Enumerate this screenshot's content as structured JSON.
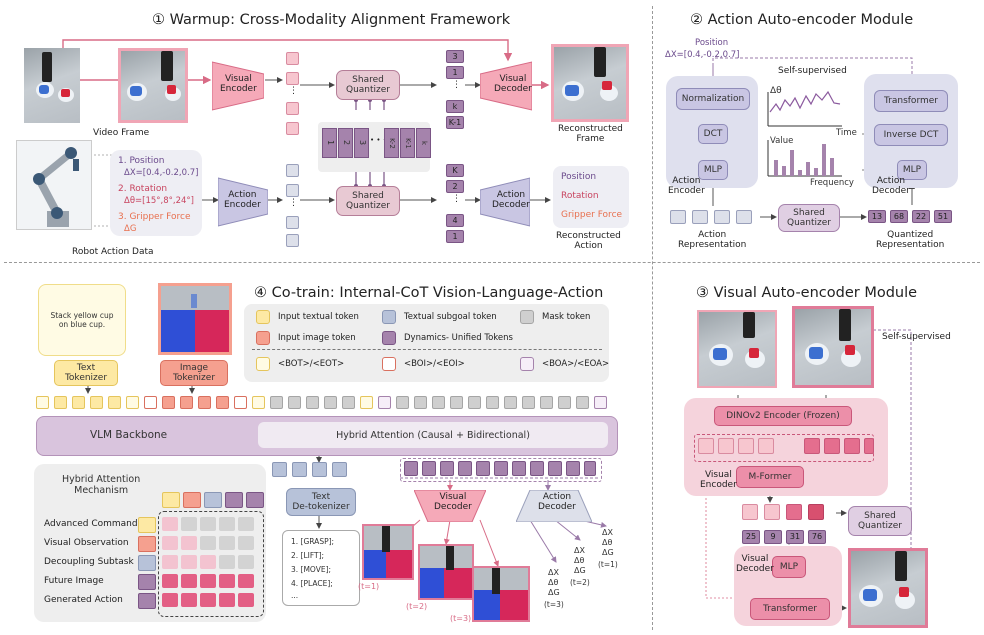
{
  "sections": {
    "s1_title": "① Warmup: Cross-Modality Alignment Framework",
    "s2_title": "② Action Auto-encoder Module",
    "s3_title": "③ Visual Auto-encoder Module",
    "s4_title": "④ Co-train: Internal-CoT Vision-Language-Action"
  },
  "s1": {
    "video_frame": "Video Frame",
    "visual_encoder": "Visual\nEncoder",
    "shared_quantizer": "Shared\nQuantizer",
    "visual_decoder": "Visual\nDecoder",
    "recon_frame": "Reconstructed\nFrame",
    "robot_action_data": "Robot Action Data",
    "action_encoder": "Action\nEncoder",
    "action_decoder": "Action\nDecoder",
    "recon_action": "Reconstructed\nAction",
    "pos_label": "1. Position",
    "pos_val": "ΔX=[0.4,-0.2,0.7]",
    "rot_label": "2. Rotation",
    "rot_val": "Δθ=[15°,8°,24°]",
    "grip_label": "3. Gripper Force",
    "grip_val": "ΔG",
    "out_position": "Position",
    "out_rotation": "Rotation",
    "out_gripper": "Gripper Force",
    "vis_codes": [
      "3",
      "1",
      "k",
      "K-1"
    ],
    "act_codes": [
      "K",
      "2",
      "4",
      "1"
    ],
    "codebook": [
      "1",
      "2",
      "3",
      "K-2",
      "K-1",
      "k"
    ],
    "dots": "• • •"
  },
  "s2": {
    "position": "Position",
    "position_val": "ΔX=[0.4,-0.2,0.7]",
    "self_supervised": "Self-supervised",
    "normalization": "Normalization",
    "dct": "DCT",
    "mlp": "MLP",
    "action_encoder": "Action\nEncoder",
    "transformer": "Transformer",
    "inverse_dct": "Inverse DCT",
    "mlp2": "MLP",
    "action_decoder": "Action\nDecoder",
    "delta_theta": "Δθ",
    "time": "Time",
    "value": "Value",
    "frequency": "Frequency",
    "shared_quantizer": "Shared\nQuantizer",
    "action_repr": "Action\nRepresentation",
    "quant_repr": "Quantized\nRepresentation",
    "quant_codes": [
      "13",
      "68",
      "22",
      "51"
    ]
  },
  "s3": {
    "self_supervised": "Self-supervised",
    "dinov2": "DINOv2 Encoder (Frozen)",
    "mformer": "M-Former",
    "visual_encoder": "Visual\nEncoder",
    "shared_quantizer": "Shared\nQuantizer",
    "codes": [
      "25",
      "9",
      "31",
      "76"
    ],
    "mlp": "MLP",
    "visual_decoder": "Visual\nDecoder",
    "transformer": "Transformer"
  },
  "s4": {
    "instruction": "Stack yellow cup\non blue cup.",
    "text_tokenizer": "Text\nTokenizer",
    "image_tokenizer": "Image\nTokenizer",
    "legend": {
      "input_text": "Input textual token",
      "subgoal": "Textual subgoal token",
      "mask": "Mask token",
      "input_image": "Input image token",
      "dynamics": "Dynamics- Unified Tokens",
      "bot": "<BOT>/<EOT>",
      "boi": "<BOI>/<EOI>",
      "boa": "<BOA>/<EOA>"
    },
    "vlm_backbone": "VLM Backbone",
    "hybrid_attention": "Hybrid Attention (Causal + Bidirectional)",
    "ham_title": "Hybrid Attention\nMechanism",
    "ham_rows": [
      "Advanced Command",
      "Visual Observation",
      "Decoupling Subtask",
      "Future Image",
      "Generated Action"
    ],
    "text_detok": "Text\nDe-tokenizer",
    "subtasks": [
      "1. [GRASP];",
      "2. [LIFT];",
      "3. [MOVE];",
      "4. [PLACE];",
      "..."
    ],
    "visual_decoder": "Visual\nDecoder",
    "action_decoder": "Action\nDecoder",
    "t1": "(t=1)",
    "t2": "(t=2)",
    "t3": "(t=3)",
    "act_vec": "ΔX\nΔθ\nΔG"
  },
  "colors": {
    "pink": "#f5a9b8",
    "pink_dark": "#d86b86",
    "purple": "#a583ac",
    "lavender": "#c9c6e3",
    "yellow": "#fde9a4",
    "orange": "#f5a08f",
    "gray": "#cfcfcf",
    "blue_gray": "#b7c2d9"
  }
}
